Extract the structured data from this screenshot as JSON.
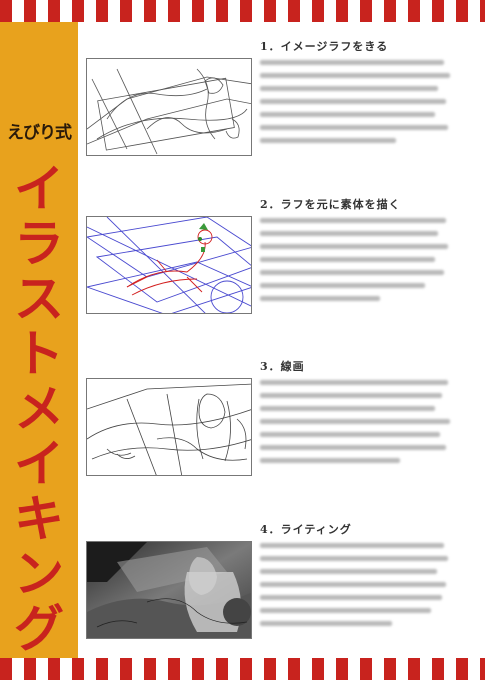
{
  "brand": "えびり式",
  "title_chars": [
    "イ",
    "ラ",
    "ス",
    "ト",
    "メ",
    "イ",
    "キ",
    "ン",
    "グ"
  ],
  "colors": {
    "accent_red": "#c8231e",
    "banner_yellow": "#e8a21d",
    "sketch_blue": "#4a4ad0",
    "sketch_red": "#d21e1e"
  },
  "sections": [
    {
      "heading": "1．イメージラフをきる",
      "image_icon": "rough-sketch-image",
      "text_lines": [
        0.95,
        0.98,
        0.92,
        0.96,
        0.9,
        0.97,
        0.7
      ]
    },
    {
      "heading": "2．ラフを元に素体を描く",
      "image_icon": "body-sketch-image",
      "text_lines": [
        0.96,
        0.92,
        0.97,
        0.9,
        0.95,
        0.85,
        0.62
      ]
    },
    {
      "heading": "3．線画",
      "image_icon": "lineart-image",
      "text_lines": [
        0.97,
        0.94,
        0.9,
        0.98,
        0.93,
        0.96,
        0.72
      ]
    },
    {
      "heading": "4．ライティング",
      "image_icon": "lighting-image",
      "text_lines": [
        0.95,
        0.97,
        0.91,
        0.96,
        0.94,
        0.88,
        0.68
      ]
    }
  ]
}
